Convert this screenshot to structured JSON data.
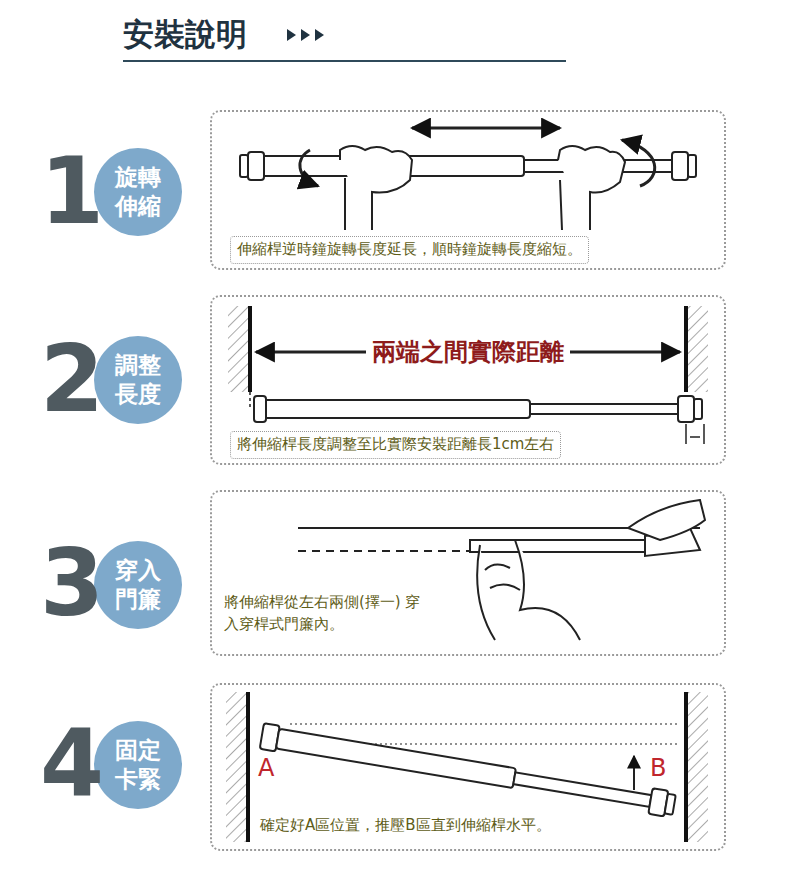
{
  "diagram": {
    "title": "安裝說明",
    "nodes": [
      {
        "text": [
          "旋轉 伸縮"
        ]
      },
      {
        "text": [
          "伸縮桿逆時鐘旋轉長度延長，順時鐘旋轉長度縮短。"
        ]
      },
      {
        "text": [
          "調整 長度"
        ]
      },
      {
        "text": [
          "將伸縮桿長度調整至比實際安裝距離長1cm左右"
        ]
      },
      {
        "text": [
          "穿入 門簾"
        ]
      },
      {
        "text": [
          "將伸縮桿從左右兩側(擇一) 穿入穿桿式門簾內。"
        ]
      },
      {
        "text": [
          "固定 卡緊"
        ]
      },
      {
        "text": [
          "確定好A區位置，推壓B區直到伸縮桿水平。"
        ]
      }
    ],
    "labels": [
      "1",
      "2",
      "3",
      "4",
      "兩端之間實際距離",
      "A",
      "B"
    ]
  }
}
